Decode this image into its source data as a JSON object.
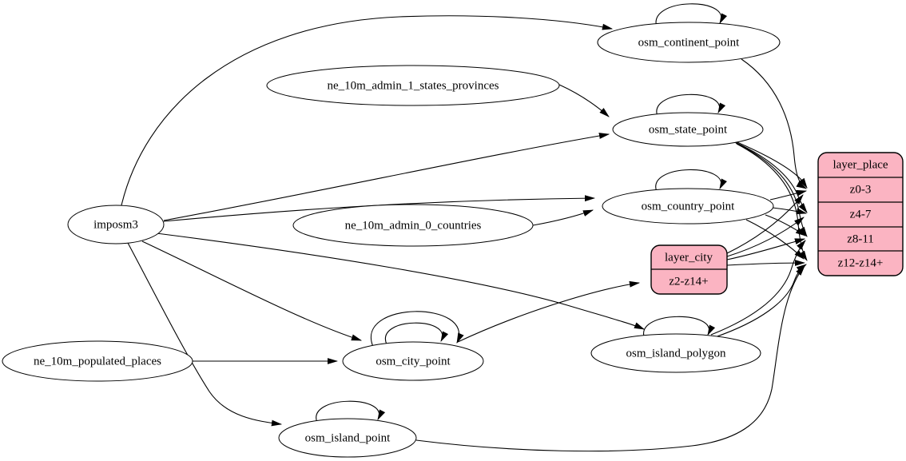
{
  "diagram": {
    "type": "etl-dependency-graph",
    "background": "#ffffff"
  },
  "colors": {
    "node_fill": "#ffffff",
    "record_fill": "#fbb4c2",
    "stroke": "#000000",
    "edge": "#000000"
  },
  "nodes": {
    "imposm3": {
      "label": "imposm3",
      "shape": "ellipse"
    },
    "ne_10m_admin_1_states_provinces": {
      "label": "ne_10m_admin_1_states_provinces",
      "shape": "ellipse"
    },
    "ne_10m_admin_0_countries": {
      "label": "ne_10m_admin_0_countries",
      "shape": "ellipse"
    },
    "ne_10m_populated_places": {
      "label": "ne_10m_populated_places",
      "shape": "ellipse"
    },
    "osm_continent_point": {
      "label": "osm_continent_point",
      "shape": "ellipse"
    },
    "osm_state_point": {
      "label": "osm_state_point",
      "shape": "ellipse"
    },
    "osm_country_point": {
      "label": "osm_country_point",
      "shape": "ellipse"
    },
    "osm_city_point": {
      "label": "osm_city_point",
      "shape": "ellipse"
    },
    "osm_island_polygon": {
      "label": "osm_island_polygon",
      "shape": "ellipse"
    },
    "osm_island_point": {
      "label": "osm_island_point",
      "shape": "ellipse"
    },
    "layer_city": {
      "header": "layer_city",
      "rows": [
        "z2-z14+"
      ],
      "shape": "record"
    },
    "layer_place": {
      "header": "layer_place",
      "rows": [
        "z0-3",
        "z4-7",
        "z8-11",
        "z12-z14+"
      ],
      "shape": "record"
    }
  },
  "edges": [
    {
      "from": "imposm3",
      "to": "osm_continent_point"
    },
    {
      "from": "imposm3",
      "to": "osm_state_point"
    },
    {
      "from": "imposm3",
      "to": "osm_country_point"
    },
    {
      "from": "imposm3",
      "to": "osm_city_point"
    },
    {
      "from": "imposm3",
      "to": "osm_island_polygon"
    },
    {
      "from": "imposm3",
      "to": "osm_island_point"
    },
    {
      "from": "ne_10m_admin_1_states_provinces",
      "to": "osm_state_point"
    },
    {
      "from": "ne_10m_admin_0_countries",
      "to": "osm_country_point"
    },
    {
      "from": "ne_10m_populated_places",
      "to": "osm_city_point"
    },
    {
      "from": "osm_continent_point",
      "to": "osm_continent_point",
      "self_loop": true
    },
    {
      "from": "osm_state_point",
      "to": "osm_state_point",
      "self_loop": true
    },
    {
      "from": "osm_country_point",
      "to": "osm_country_point",
      "self_loop": true
    },
    {
      "from": "osm_city_point",
      "to": "osm_city_point",
      "self_loop": true
    },
    {
      "from": "osm_city_point",
      "to": "osm_city_point",
      "self_loop": true
    },
    {
      "from": "osm_island_polygon",
      "to": "osm_island_polygon",
      "self_loop": true
    },
    {
      "from": "osm_island_point",
      "to": "osm_island_point",
      "self_loop": true
    },
    {
      "from": "osm_continent_point",
      "to": "layer_place:z0-3"
    },
    {
      "from": "osm_state_point",
      "to": "layer_place:z0-3"
    },
    {
      "from": "osm_state_point",
      "to": "layer_place:z4-7"
    },
    {
      "from": "osm_state_point",
      "to": "layer_place:z8-11"
    },
    {
      "from": "osm_state_point",
      "to": "layer_place:z12-z14+"
    },
    {
      "from": "osm_country_point",
      "to": "layer_place:z0-3"
    },
    {
      "from": "osm_country_point",
      "to": "layer_place:z4-7"
    },
    {
      "from": "osm_country_point",
      "to": "layer_place:z8-11"
    },
    {
      "from": "osm_country_point",
      "to": "layer_place:z12-z14+"
    },
    {
      "from": "osm_city_point",
      "to": "layer_city:z2-z14+"
    },
    {
      "from": "layer_city",
      "to": "layer_place:z0-3"
    },
    {
      "from": "layer_city",
      "to": "layer_place:z4-7"
    },
    {
      "from": "layer_city",
      "to": "layer_place:z8-11"
    },
    {
      "from": "layer_city",
      "to": "layer_place:z12-z14+"
    },
    {
      "from": "osm_island_polygon",
      "to": "layer_place:z8-11"
    },
    {
      "from": "osm_island_polygon",
      "to": "layer_place:z12-z14+"
    },
    {
      "from": "osm_island_point",
      "to": "layer_place:z12-z14+"
    }
  ]
}
